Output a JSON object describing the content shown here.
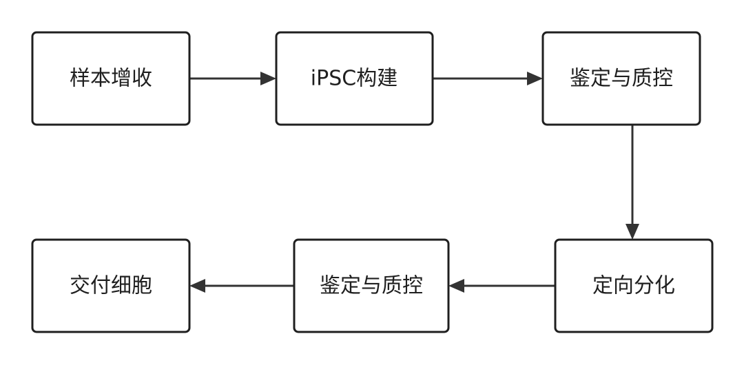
{
  "nodes": [
    {
      "id": "n1",
      "label": "样本增收"
    },
    {
      "id": "n2",
      "label": "iPSC构建"
    },
    {
      "id": "n3",
      "label": "鉴定与质控"
    },
    {
      "id": "n4",
      "label": "定向分化"
    },
    {
      "id": "n5",
      "label": "鉴定与质控"
    },
    {
      "id": "n6",
      "label": "交付细胞"
    }
  ],
  "edges": [
    {
      "from": "n1",
      "to": "n2"
    },
    {
      "from": "n2",
      "to": "n3"
    },
    {
      "from": "n3",
      "to": "n4"
    },
    {
      "from": "n4",
      "to": "n5"
    },
    {
      "from": "n5",
      "to": "n6"
    }
  ],
  "colors": {
    "border": "#1f1f1f",
    "arrow": "#333333",
    "background": "#ffffff"
  }
}
